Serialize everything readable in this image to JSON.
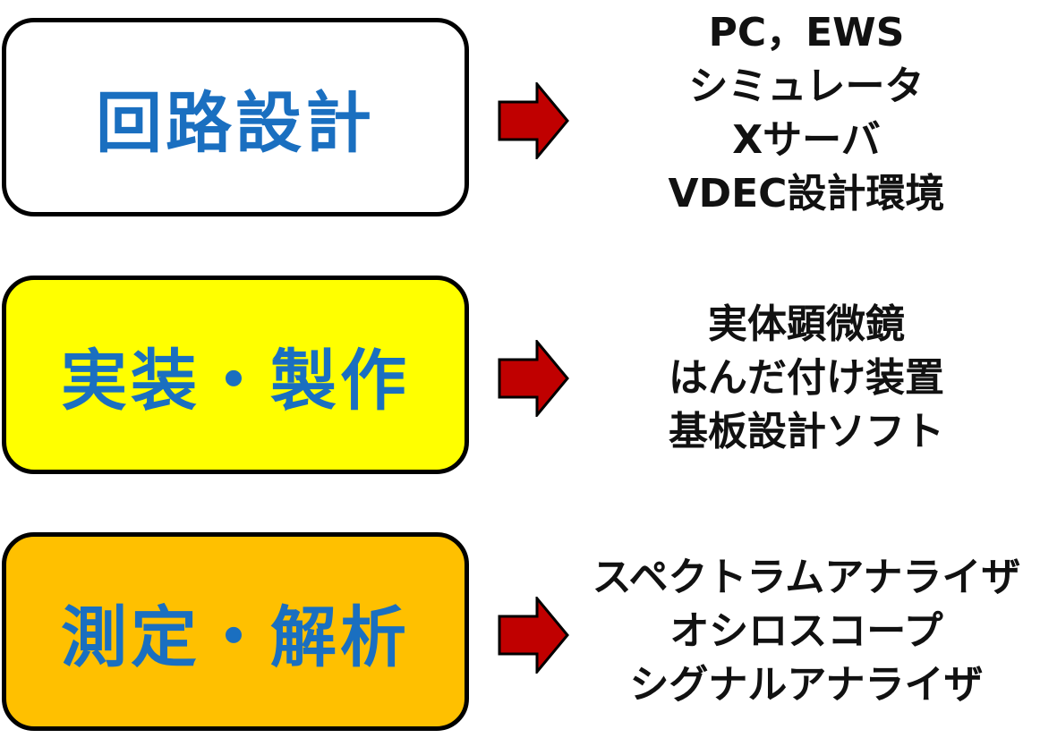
{
  "colors": {
    "label_text": "#1a6fc0",
    "border": "#000000",
    "arrow_fill": "#c00000",
    "arrow_stroke": "#000000",
    "tool_text": "#111111"
  },
  "stages": [
    {
      "label": "回路設計",
      "fill": "#ffffff",
      "tools": [
        "PC，EWS",
        "シミュレータ",
        "Xサーバ",
        "VDEC設計環境"
      ]
    },
    {
      "label": "実装・製作",
      "fill": "#ffff00",
      "tools": [
        "実体顕微鏡",
        "はんだ付け装置",
        "基板設計ソフト"
      ]
    },
    {
      "label": "測定・解析",
      "fill": "#ffc000",
      "tools": [
        "スペクトラムアナライザ",
        "オシロスコープ",
        "シグナルアナライザ"
      ]
    }
  ]
}
